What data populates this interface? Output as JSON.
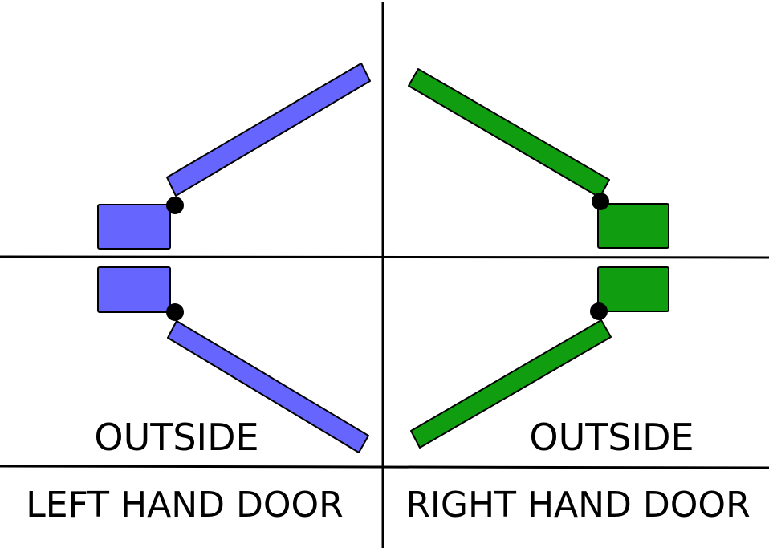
{
  "labels": {
    "outside_left": "OUTSIDE",
    "outside_right": "OUTSIDE",
    "left_door": "LEFT HAND DOOR",
    "right_door": "RIGHT HAND DOOR"
  },
  "colors": {
    "left_door": "#6666ff",
    "right_door": "#109d10",
    "outline": "#000000",
    "background": "#ffffff"
  }
}
